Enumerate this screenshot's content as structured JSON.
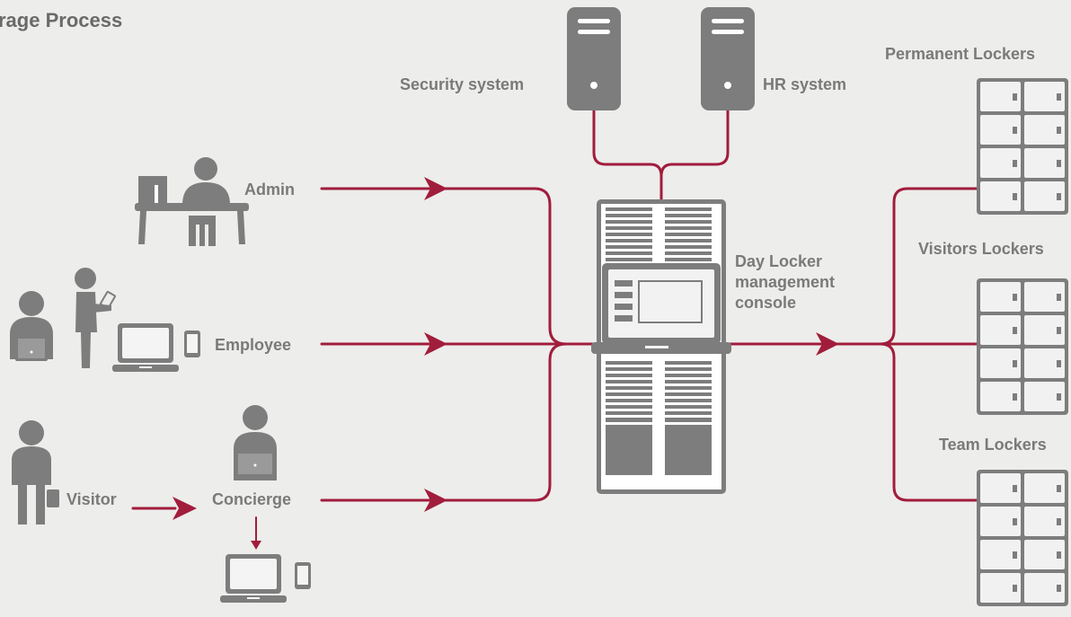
{
  "title": "rage Process",
  "labels": {
    "security": "Security system",
    "hr": "HR system",
    "admin": "Admin",
    "employee": "Employee",
    "visitor": "Visitor",
    "concierge": "Concierge",
    "console": "Day Locker\nmanagement\nconsole",
    "permanent": "Permanent Lockers",
    "visitors_lockers": "Visitors Lockers",
    "team": "Team Lockers"
  },
  "colors": {
    "background": "#ededeb",
    "icon_gray": "#7d7d7d",
    "flow_red": "#a11d3c",
    "text_gray": "#7a7a7a"
  }
}
